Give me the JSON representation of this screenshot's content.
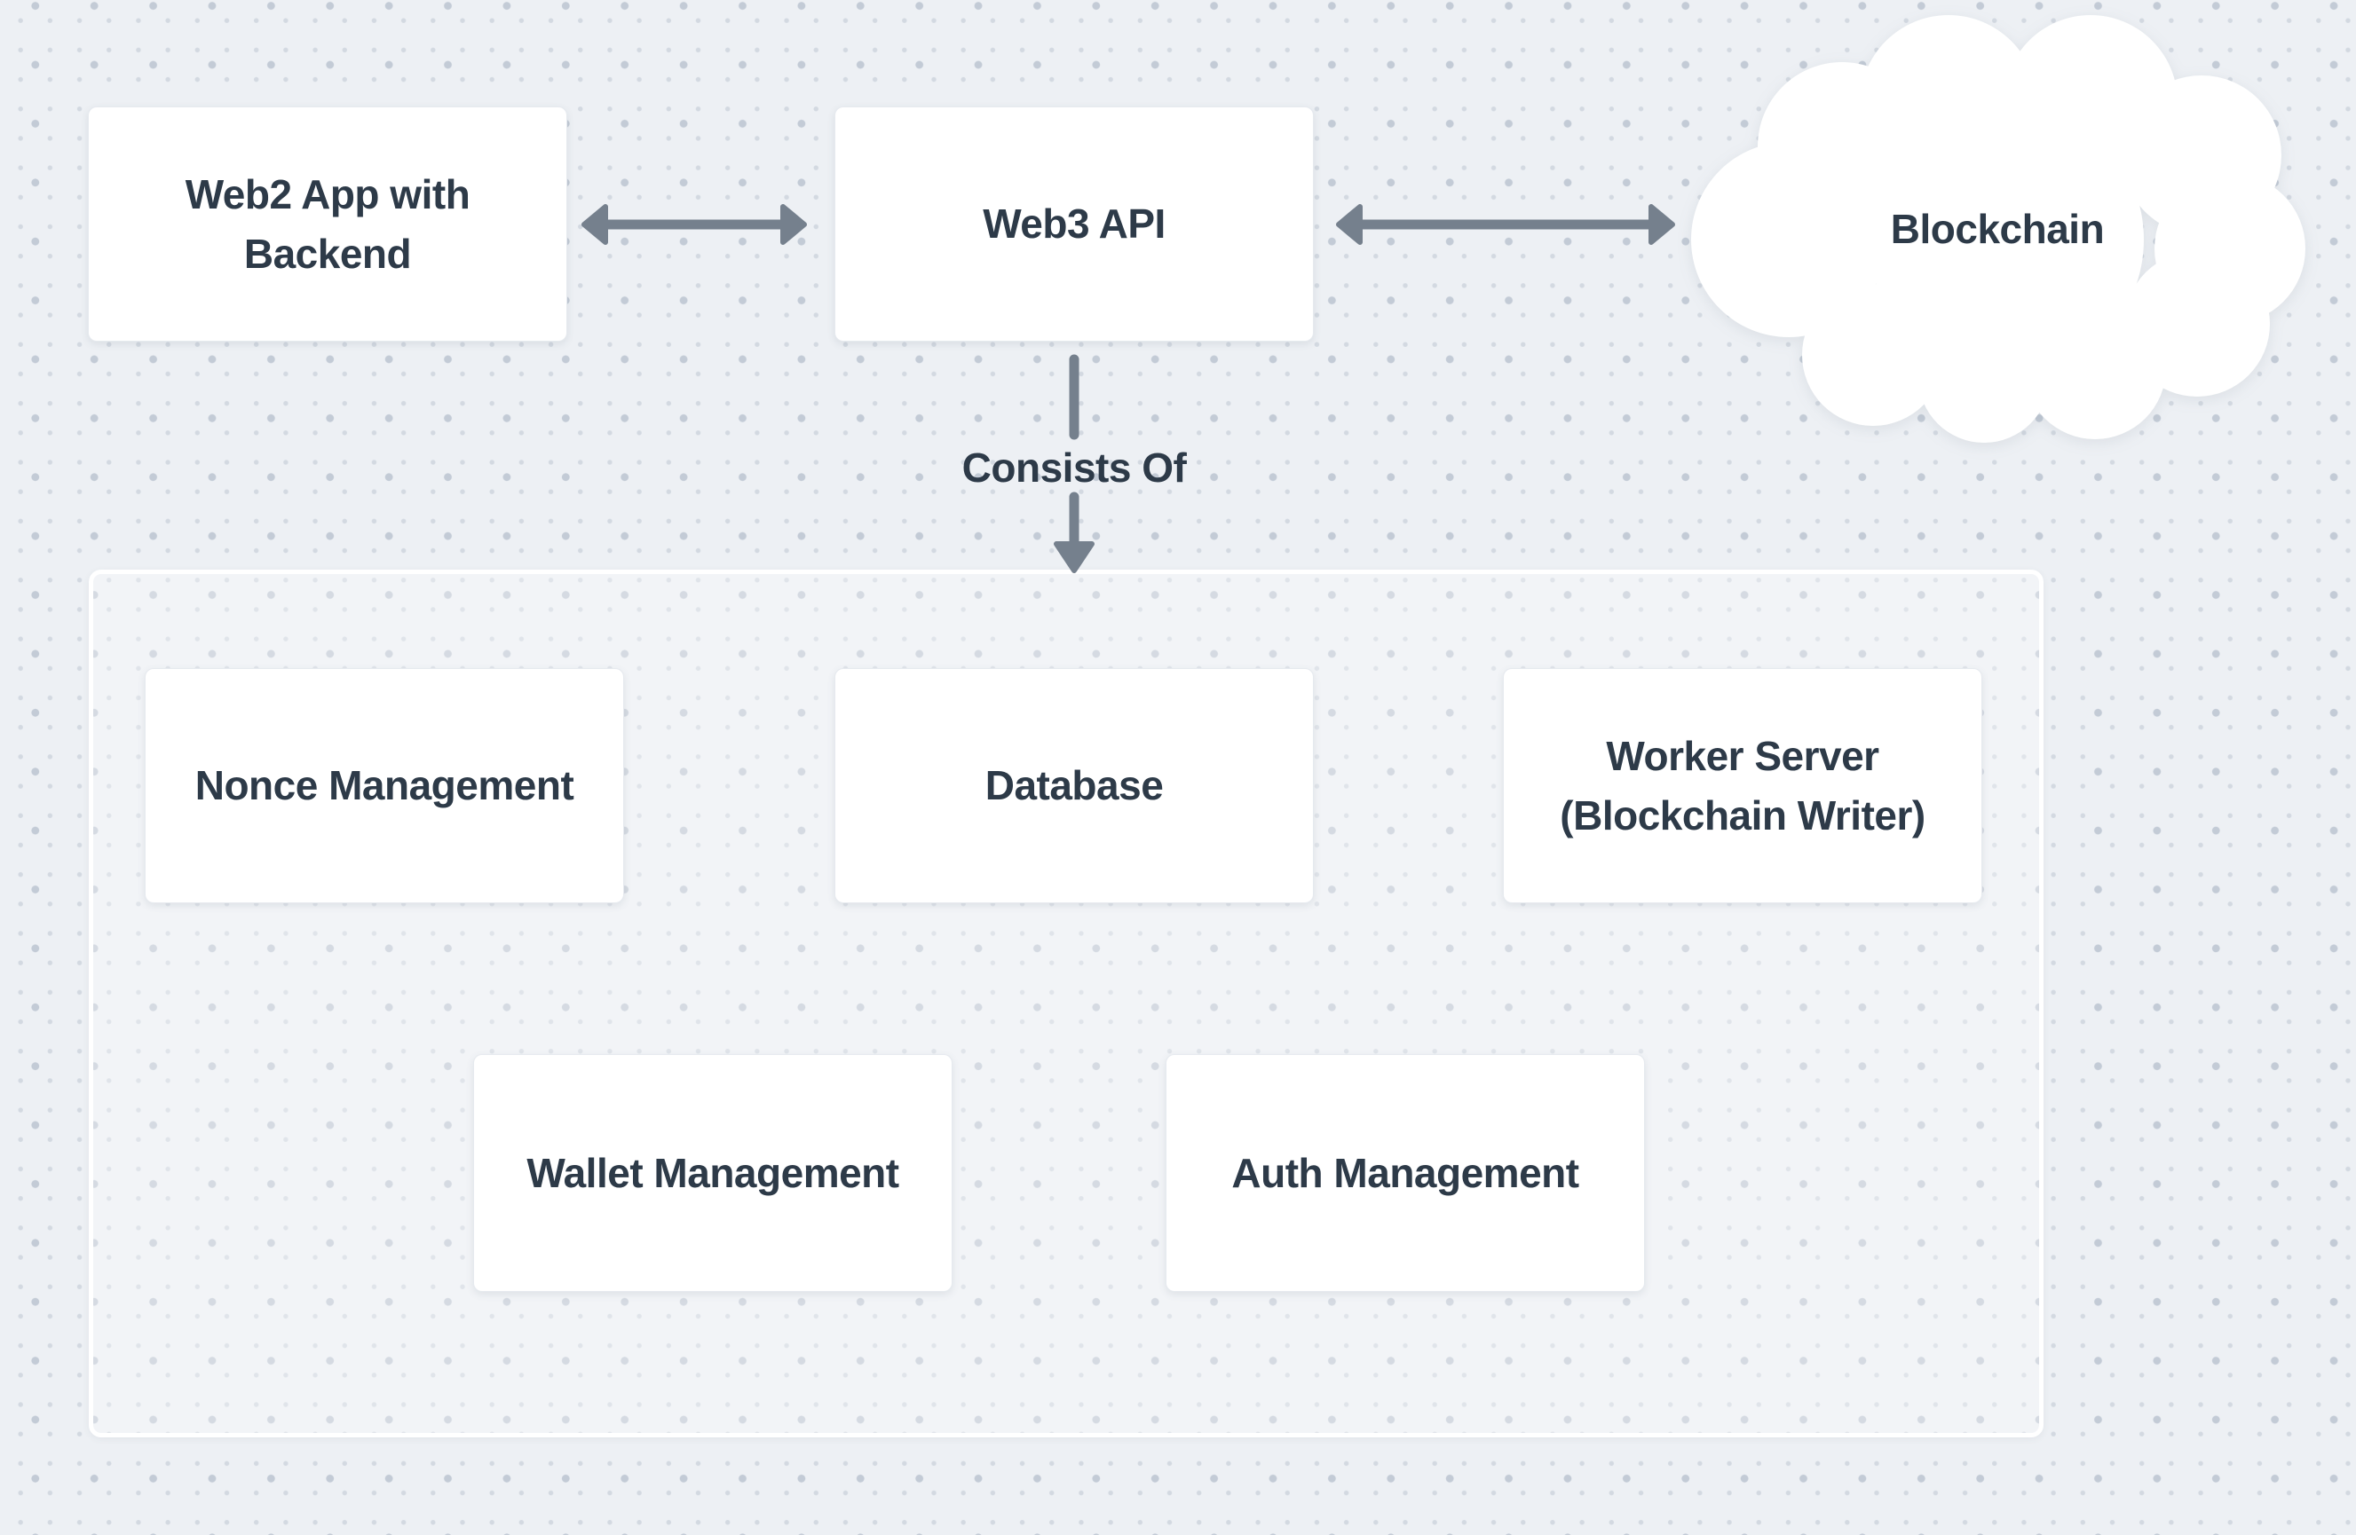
{
  "css_vars": {
    "bg": "#edf0f4",
    "dot-small": "#d3d9e1",
    "dot-large": "#c3cbd6",
    "node-fill": "#ffffff",
    "text": "#2d3a48",
    "arrow": "#75808d"
  },
  "nodes": {
    "web2_app": {
      "line1": "Web2 App with",
      "line2": "Backend"
    },
    "web3_api": {
      "label": "Web3 API"
    },
    "blockchain": {
      "label": "Blockchain"
    },
    "nonce_management": {
      "label": "Nonce Management"
    },
    "database": {
      "label": "Database"
    },
    "worker_server": {
      "line1": "Worker Server",
      "line2": "(Blockchain Writer)"
    },
    "wallet_management": {
      "label": "Wallet Management"
    },
    "auth_management": {
      "label": "Auth Management"
    }
  },
  "edges": {
    "web2_web3": {
      "type": "double-arrow"
    },
    "web3_blockchain": {
      "type": "double-arrow"
    },
    "consists_of": {
      "label": "Consists Of",
      "type": "arrow-down"
    }
  }
}
